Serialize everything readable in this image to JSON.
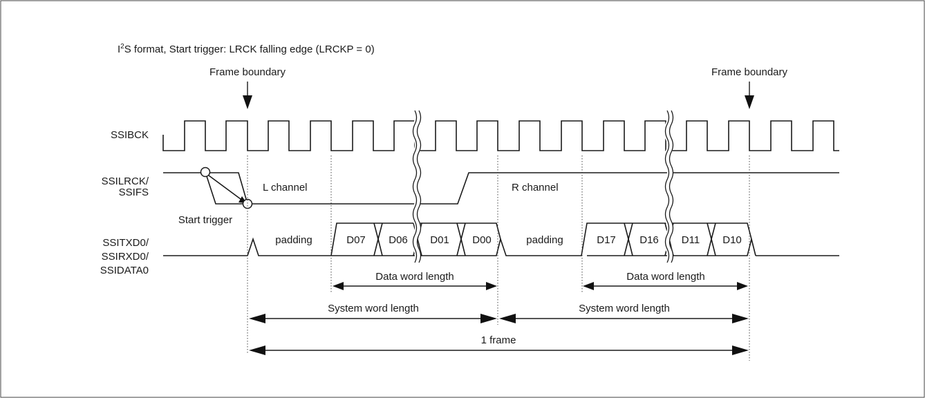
{
  "title": {
    "prefix": "I",
    "superscript": "2",
    "rest": "S format, Start trigger: LRCK falling edge (LRCKP = 0)"
  },
  "frame_boundary_left": "Frame boundary",
  "frame_boundary_right": "Frame boundary",
  "signals": {
    "ssibck": "SSIBCK",
    "ssilrck_line1": "SSILRCK/",
    "ssilrck_line2": "SSIFS",
    "ssitxd_line1": "SSITXD0/",
    "ssitxd_line2": "SSIRXD0/",
    "ssitxd_line3": "SSIDATA0"
  },
  "start_trigger": "Start trigger",
  "l_channel": "L channel",
  "r_channel": "R channel",
  "left_word": {
    "padding": "padding",
    "bits": [
      "D07",
      "D06",
      "D01",
      "D00"
    ]
  },
  "right_word": {
    "padding": "padding",
    "bits": [
      "D17",
      "D16",
      "D11",
      "D10"
    ]
  },
  "data_word_length_left": "Data word length",
  "data_word_length_right": "Data word length",
  "system_word_length_left": "System word length",
  "system_word_length_right": "System word length",
  "one_frame": "1 frame"
}
